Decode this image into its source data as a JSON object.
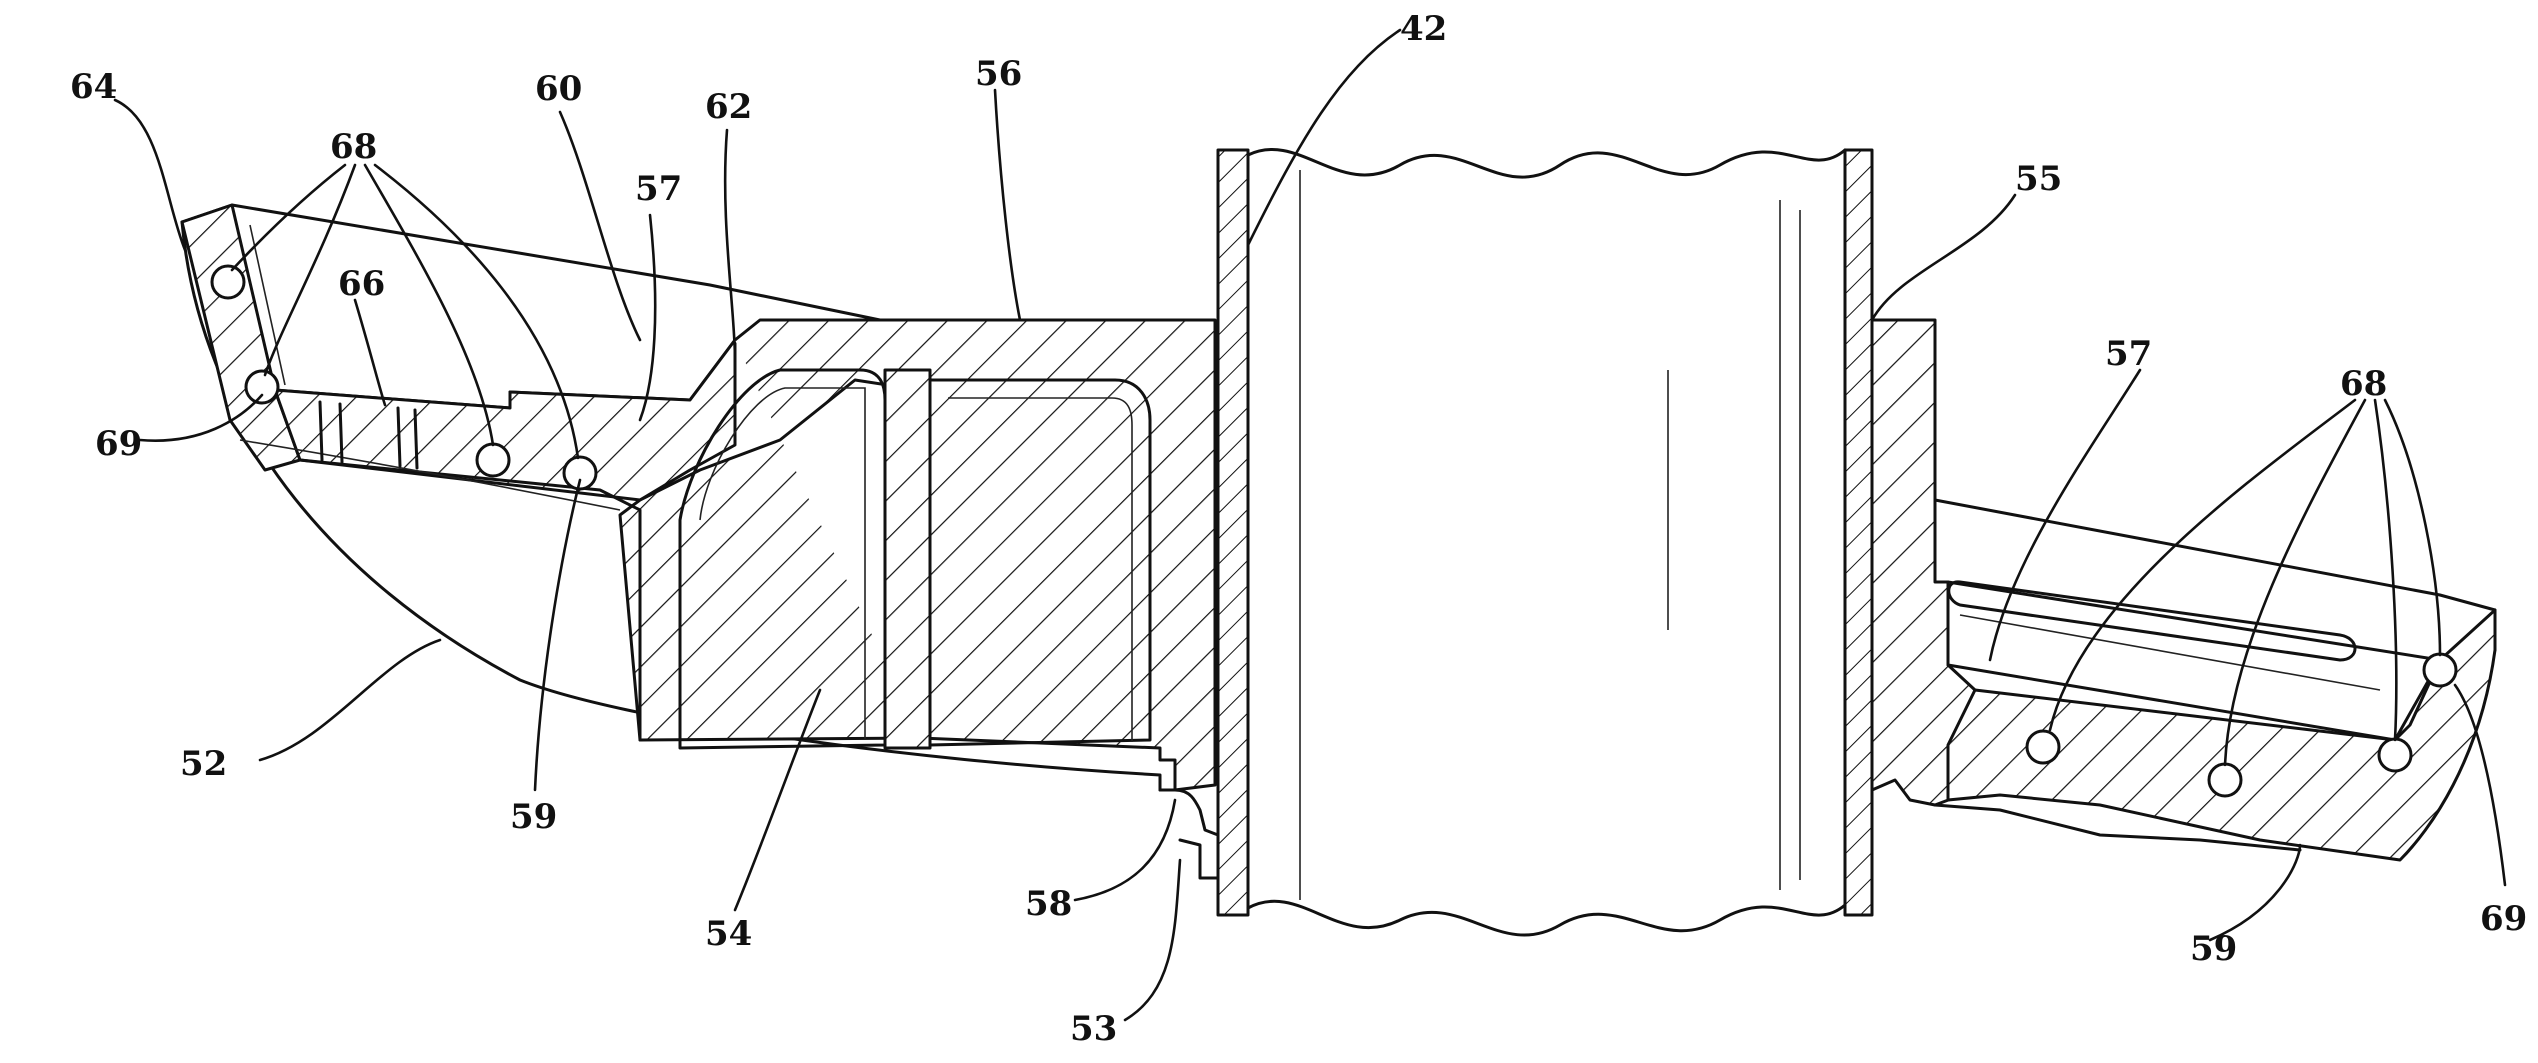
{
  "figure": {
    "reference_numerals": {
      "n42": "42",
      "n52": "52",
      "n53": "53",
      "n54": "54",
      "n55": "55",
      "n56": "56",
      "n57_left": "57",
      "n57_right": "57",
      "n58": "58",
      "n59_left": "59",
      "n59_right": "59",
      "n60": "60",
      "n62": "62",
      "n64": "64",
      "n66": "66",
      "n68_left": "68",
      "n68_right": "68",
      "n69_left": "69",
      "n69_right": "69"
    }
  }
}
